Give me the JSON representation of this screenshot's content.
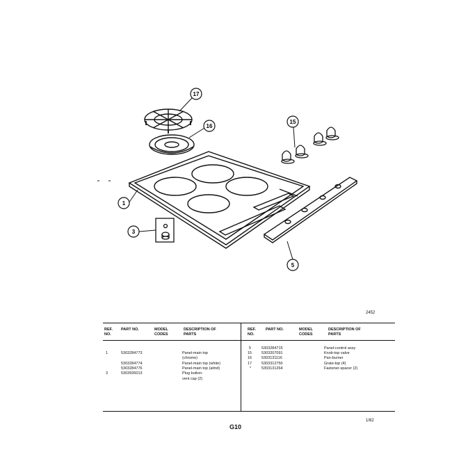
{
  "figure": {
    "code": "2452",
    "callouts": [
      "17",
      "16",
      "15",
      "1",
      "3",
      "5"
    ]
  },
  "parts_table": {
    "headers": {
      "ref_no": "REF. NO.",
      "part_no": "PART NO.",
      "model_codes": "MODEL CODES",
      "description": "DESCRIPTION OF PARTS"
    },
    "left_rows": [
      {
        "ref": "1",
        "part": "5303284773",
        "desc": "Panel-main top"
      },
      {
        "ref": "",
        "part": "",
        "desc": "(chrome)"
      },
      {
        "ref": "",
        "part": "5303284774",
        "desc": "Panel-main top (white)"
      },
      {
        "ref": "",
        "part": "5303284776",
        "desc": "Panel-main top (almd)"
      },
      {
        "ref": "3",
        "part": "5303935013",
        "desc": "Plug button-"
      },
      {
        "ref": "",
        "part": "",
        "desc": "vent cap (2)"
      }
    ],
    "right_rows": [
      {
        "ref": "5",
        "part": "5303284715",
        "desc": "Panel-control assy"
      },
      {
        "ref": "15",
        "part": "5303207091",
        "desc": "Knob-top valve"
      },
      {
        "ref": "16",
        "part": "5303131116",
        "desc": "Pan-burner"
      },
      {
        "ref": "17",
        "part": "5303312750",
        "desc": "Grate-top (4)"
      },
      {
        "ref": "*",
        "part": "5303131264",
        "desc": "Fastener-spacer (2)"
      }
    ]
  },
  "footer": {
    "page": "G10",
    "date": "1/82"
  }
}
